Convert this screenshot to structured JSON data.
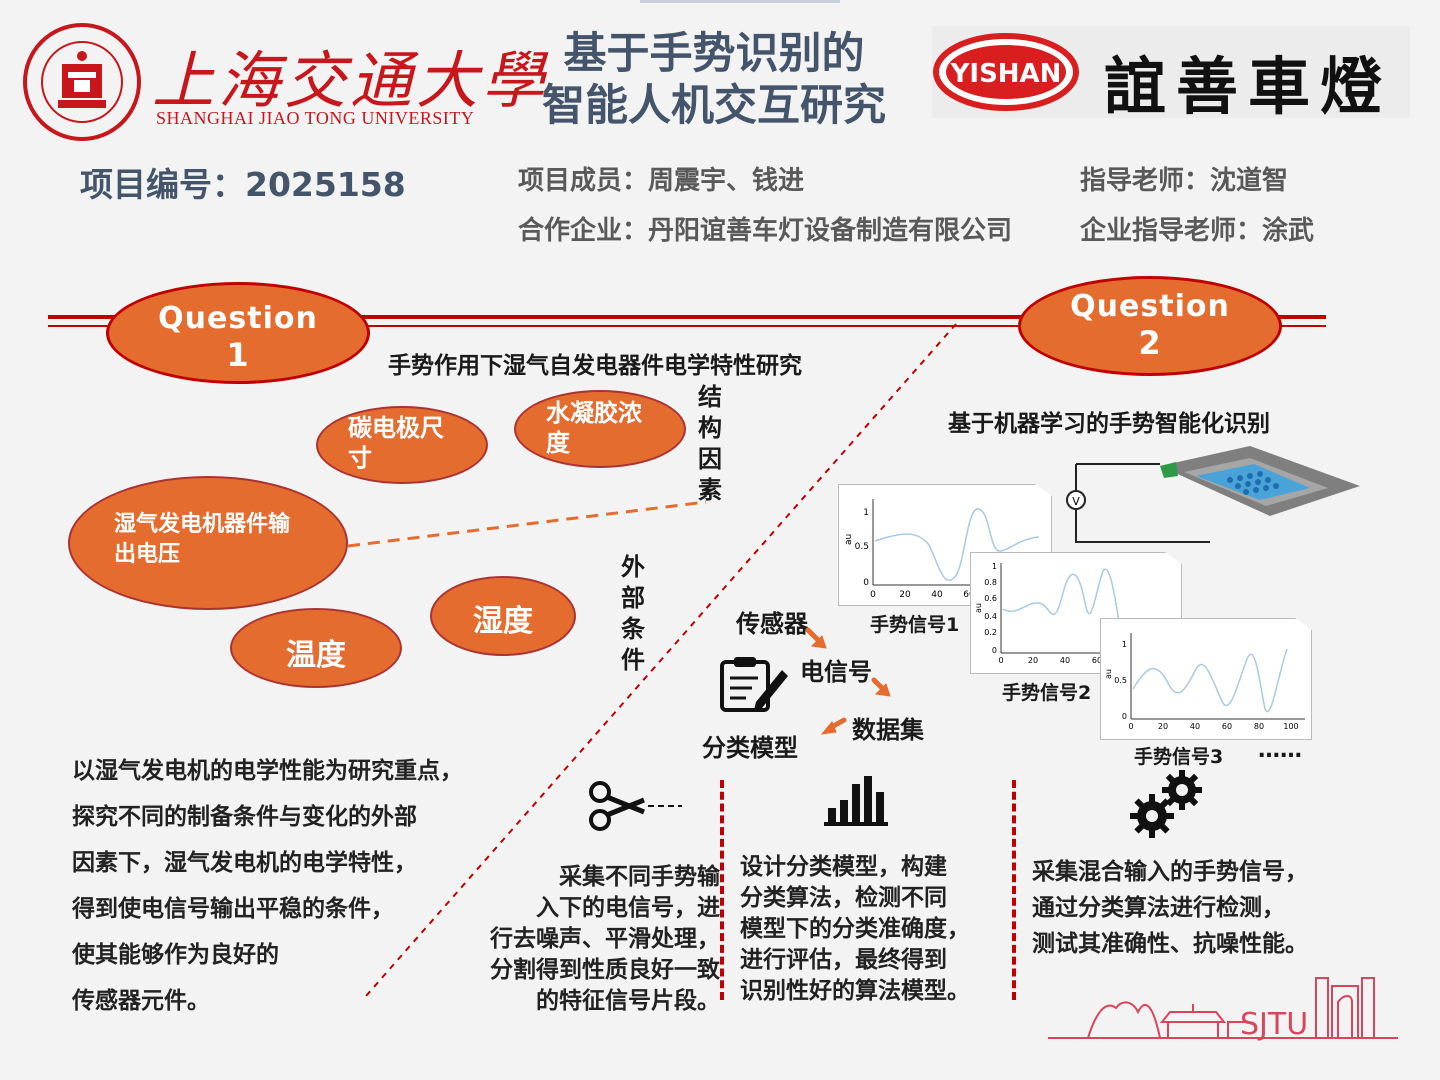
{
  "header": {
    "university_cn": "上海交通大學",
    "university_en": "SHANGHAI JIAO TONG UNIVERSITY",
    "company_logo_text": "YISHAN",
    "company_logo_cn": "誼善車燈",
    "title_line1": "基于手势识别的",
    "title_line2": "智能人机交互研究",
    "project_number": "项目编号：2025158",
    "members": "项目成员：周震宇、钱进",
    "advisor": "指导老师：沈道智",
    "company": "合作企业：丹阳谊善车灯设备制造有限公司",
    "company_advisor": "企业指导老师：涂武"
  },
  "colors": {
    "accent_red": "#c00000",
    "oval_orange": "#e46c2f",
    "title_blue": "#44546a"
  },
  "question1": {
    "label": "Question",
    "number": "1",
    "subtitle": "手势作用下湿气自发电器件电学特性研究",
    "nodes": {
      "electrode": "碳电极尺寸",
      "hydrogel": "水凝胶浓度",
      "output": "湿气发电机器件输出电压",
      "humidity": "湿度",
      "temperature": "温度"
    },
    "structural_factors": "结构因素",
    "external_conditions": "外部条件",
    "description": [
      "以湿气发电机的电学性能为研究重点，",
      "探究不同的制备条件与变化的外部",
      "因素下，湿气发电机的电学特性，",
      "得到使电信号输出平稳的条件，",
      "使其能够作为良好的",
      "传感器元件。"
    ]
  },
  "question2": {
    "label": "Question",
    "number": "2",
    "subtitle": "基于机器学习的手势智能化识别",
    "flow": {
      "sensor": "传感器",
      "signal": "电信号",
      "dataset": "数据集",
      "model": "分类模型"
    },
    "signals": [
      "手势信号1",
      "手势信号2",
      "手势信号3"
    ],
    "ellipsis": "……",
    "steps": [
      [
        "采集不同手势输",
        "入下的电信号，进",
        "行去噪声、平滑处理，",
        "分割得到性质良好一致",
        "的特征信号片段。"
      ],
      [
        "设计分类模型，构建",
        "分类算法，检测不同",
        "模型下的分类准确度，",
        "进行评估，最终得到",
        "识别性好的算法模型。"
      ],
      [
        "采集混合输入的手势信号，",
        "通过分类算法进行检测，",
        "测试其准确性、抗噪性能。"
      ]
    ]
  },
  "plots": [
    {
      "ylabel": "au",
      "xticks": [
        "0",
        "20",
        "40",
        "60"
      ],
      "yticks": [
        "0",
        "0.5",
        "1"
      ]
    },
    {
      "ylabel": "au",
      "xticks": [
        "0",
        "20",
        "40",
        "60"
      ],
      "yticks": [
        "0",
        "0.2",
        "0.4",
        "0.6",
        "0.8",
        "1"
      ]
    },
    {
      "ylabel": "au",
      "xticks": [
        "0",
        "20",
        "40",
        "60",
        "80",
        "100"
      ],
      "yticks": [
        "0",
        "0.5",
        "1"
      ]
    }
  ],
  "footer": {
    "watermark": "SJTU"
  }
}
